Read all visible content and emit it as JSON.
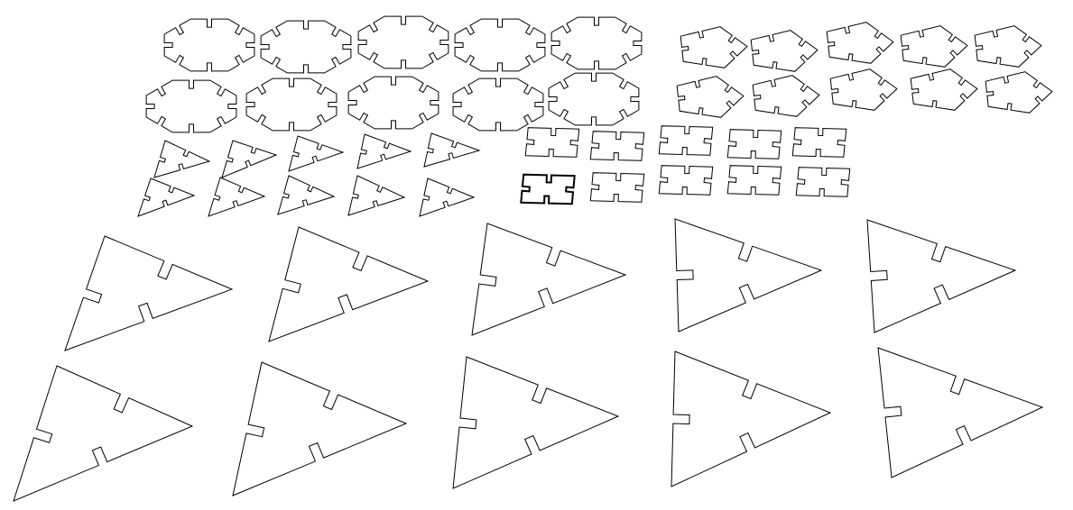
{
  "drawing": {
    "background": "#ffffff",
    "stroke_color": "#000000",
    "groups": [
      {
        "name": "octagon-pieces",
        "shape": "octagon",
        "slots": 8,
        "count": 10
      },
      {
        "name": "pentagon-pieces",
        "shape": "pentagon",
        "slots": 5,
        "count": 10
      },
      {
        "name": "small-triangle-pieces",
        "shape": "triangle",
        "slots": 3,
        "count": 10
      },
      {
        "name": "square-pieces",
        "shape": "square",
        "slots": 4,
        "count": 10
      },
      {
        "name": "large-triangle-pieces",
        "shape": "triangle",
        "slots": 3,
        "count": 10
      }
    ]
  }
}
